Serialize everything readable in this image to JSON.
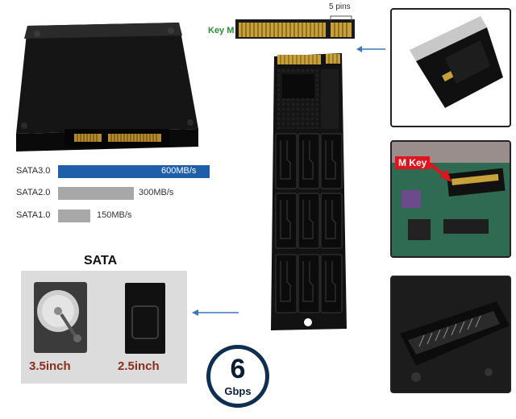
{
  "speeds": [
    {
      "name": "SATA3.0",
      "value": "600MB/s",
      "level_mbps": 600
    },
    {
      "name": "SATA2.0",
      "value": "300MB/s",
      "level_mbps": 300
    },
    {
      "name": "SATA1.0",
      "value": "150MB/s",
      "level_mbps": 150
    }
  ],
  "connector": {
    "key_label": "Key M",
    "pins_label": "5 pins"
  },
  "callouts": {
    "m_key": "M Key"
  },
  "sata_panel": {
    "title": "SATA",
    "drives": [
      {
        "label": "3.5inch"
      },
      {
        "label": "2.5inch"
      }
    ]
  },
  "badge": {
    "number": "6",
    "unit": "Gbps"
  },
  "colors": {
    "accent_blue": "#1f5ea8",
    "bar_gray": "#a8a8a8",
    "key_green": "#2e8b3a",
    "drive_label": "#8b2e1a",
    "badge_ring": "#0f2f52",
    "arrow": "#3a78b8"
  }
}
